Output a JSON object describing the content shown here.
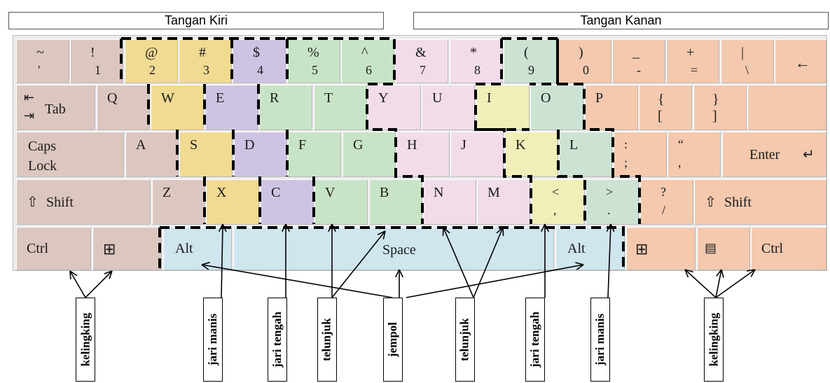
{
  "headers": {
    "left": "Tangan Kiri",
    "right": "Tangan Kanan"
  },
  "colors": {
    "kelingking": "#dcc6c0",
    "jari_manis": "#f1db92",
    "jari_tengah": "#cfc3e3",
    "telunjuk_kiri": "#c8e4c6",
    "telunjuk_kanan": "#f2dcea",
    "jari_tengah_kanan": "#f0efb7",
    "jari_manis_kanan": "#cce3d3",
    "kelingking_kanan": "#f4c9ae",
    "jempol": "#cfe6ef"
  },
  "rows": {
    "number": [
      {
        "top": "~",
        "bot": "'"
      },
      {
        "top": "!",
        "bot": "1"
      },
      {
        "top": "@",
        "bot": "2"
      },
      {
        "top": "#",
        "bot": "3"
      },
      {
        "top": "$",
        "bot": "4"
      },
      {
        "top": "%",
        "bot": "5"
      },
      {
        "top": "^",
        "bot": "6"
      },
      {
        "top": "&",
        "bot": "7"
      },
      {
        "top": "*",
        "bot": "8"
      },
      {
        "top": "(",
        "bot": "9"
      },
      {
        "top": ")",
        "bot": "0"
      },
      {
        "top": "_",
        "bot": "-"
      },
      {
        "top": "+",
        "bot": "="
      },
      {
        "top": "|",
        "bot": "\\"
      },
      {
        "top": "←",
        "bot": ""
      }
    ],
    "top": [
      "Tab",
      "Q",
      "W",
      "E",
      "R",
      "T",
      "Y",
      "U",
      "I",
      "O",
      "P",
      "{ [",
      "} ]",
      ""
    ],
    "home": [
      "Caps Lock",
      "A",
      "S",
      "D",
      "F",
      "G",
      "H",
      "J",
      "K",
      "L",
      ": ;",
      "“ ,",
      "Enter"
    ],
    "shift": [
      "Shift",
      "Z",
      "X",
      "C",
      "V",
      "B",
      "N",
      "M",
      "< ,",
      "> .",
      "? /",
      "Shift"
    ],
    "bottom": [
      "Ctrl",
      "win",
      "Alt",
      "Space",
      "Alt",
      "win",
      "menu",
      "Ctrl"
    ]
  },
  "fingers": [
    "kelingking",
    "jari manis",
    "jari tengah",
    "telunjuk",
    "jempol",
    "telunjuk",
    "jari tengah",
    "jari manis",
    "kelingking"
  ]
}
